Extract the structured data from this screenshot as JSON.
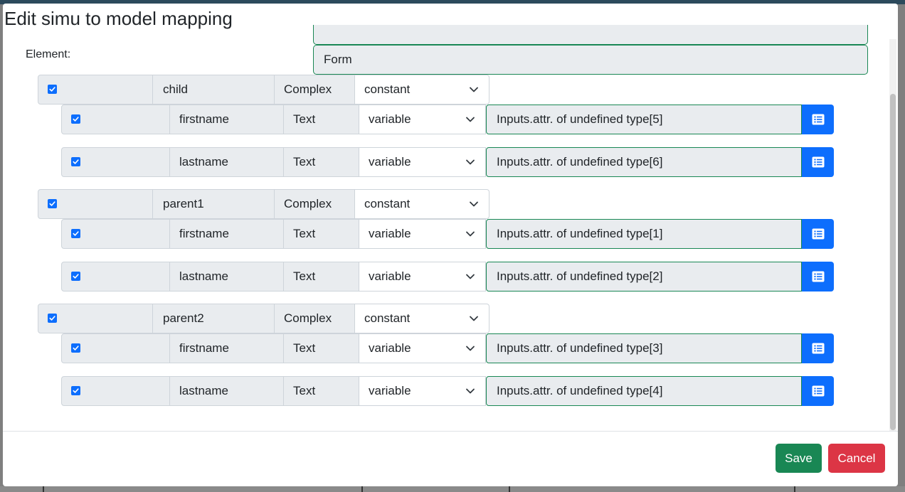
{
  "modal": {
    "title": "Edit simu to model mapping",
    "element_label": "Element:",
    "element_value": "Form",
    "save_label": "Save",
    "cancel_label": "Cancel"
  },
  "groups": [
    {
      "name": "child",
      "type": "Complex",
      "mode": "constant",
      "checked": true,
      "fields": [
        {
          "name": "firstname",
          "type": "Text",
          "mode": "variable",
          "mapping": "Inputs.attr. of undefined type[5]",
          "checked": true
        },
        {
          "name": "lastname",
          "type": "Text",
          "mode": "variable",
          "mapping": "Inputs.attr. of undefined type[6]",
          "checked": true
        }
      ]
    },
    {
      "name": "parent1",
      "type": "Complex",
      "mode": "constant",
      "checked": true,
      "fields": [
        {
          "name": "firstname",
          "type": "Text",
          "mode": "variable",
          "mapping": "Inputs.attr. of undefined type[1]",
          "checked": true
        },
        {
          "name": "lastname",
          "type": "Text",
          "mode": "variable",
          "mapping": "Inputs.attr. of undefined type[2]",
          "checked": true
        }
      ]
    },
    {
      "name": "parent2",
      "type": "Complex",
      "mode": "constant",
      "checked": true,
      "fields": [
        {
          "name": "firstname",
          "type": "Text",
          "mode": "variable",
          "mapping": "Inputs.attr. of undefined type[3]",
          "checked": true
        },
        {
          "name": "lastname",
          "type": "Text",
          "mode": "variable",
          "mapping": "Inputs.attr. of undefined type[4]",
          "checked": true
        }
      ]
    }
  ],
  "icons": {
    "checkbox": "check-icon",
    "select": "chevron-down-icon",
    "list_button": "list-icon"
  },
  "colors": {
    "primary": "#0d6efd",
    "success": "#198754",
    "danger": "#dc3545",
    "input_bg": "#e9ecef"
  }
}
